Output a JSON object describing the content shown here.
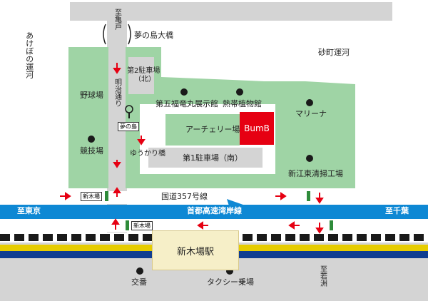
{
  "labels": {
    "dir_kameido": "至亀戸",
    "yumenoshima_bridge": "夢の島大橋",
    "akebono_canal": "あけぼの運河",
    "sunamachi_canal": "砂町運河",
    "parking_2": "第2駐車場",
    "parking_2_sub": "（北）",
    "meiji_dori": "明治通り",
    "baseball": "野球場",
    "daigo_fukuryu": "第五福竜丸展示館",
    "tropical_garden": "熱帯植物館",
    "marina": "マリーナ",
    "yumenoshima_sign": "夢の島",
    "archery": "アーチェリー場",
    "bumb": "BumB",
    "stadium": "競技場",
    "yukari_bridge": "ゆうかり橋",
    "parking_1": "第1駐車場（南）",
    "shinkiba_cleaning": "新江東清掃工場",
    "shinkiba_sign_top": "新木場",
    "route_357": "国道357号線",
    "dir_tokyo": "至東京",
    "shuto_expressway": "首都高速湾岸線",
    "dir_chiba": "至千葉",
    "shinkiba_sign_bottom": "新木場",
    "station": "新木場駅",
    "koban": "交番",
    "taxi": "タクシー乗場",
    "dir_wakasu": "至若洲"
  },
  "colors": {
    "park_green": "#9fd4a5",
    "road_gray": "#d4d4d4",
    "expressway_blue": "#0e88d4",
    "bumb_red": "#e60012",
    "arrow_red": "#e60012",
    "rail_yellow": "#e6cc00",
    "rail_navy": "#0f3d91",
    "station_cream": "#f6efc8"
  },
  "icons": {
    "poi_marker": "black-dot-icon",
    "traffic_signal": "traffic-signal-icon",
    "direction_arrow": "red-arrow-icon"
  }
}
